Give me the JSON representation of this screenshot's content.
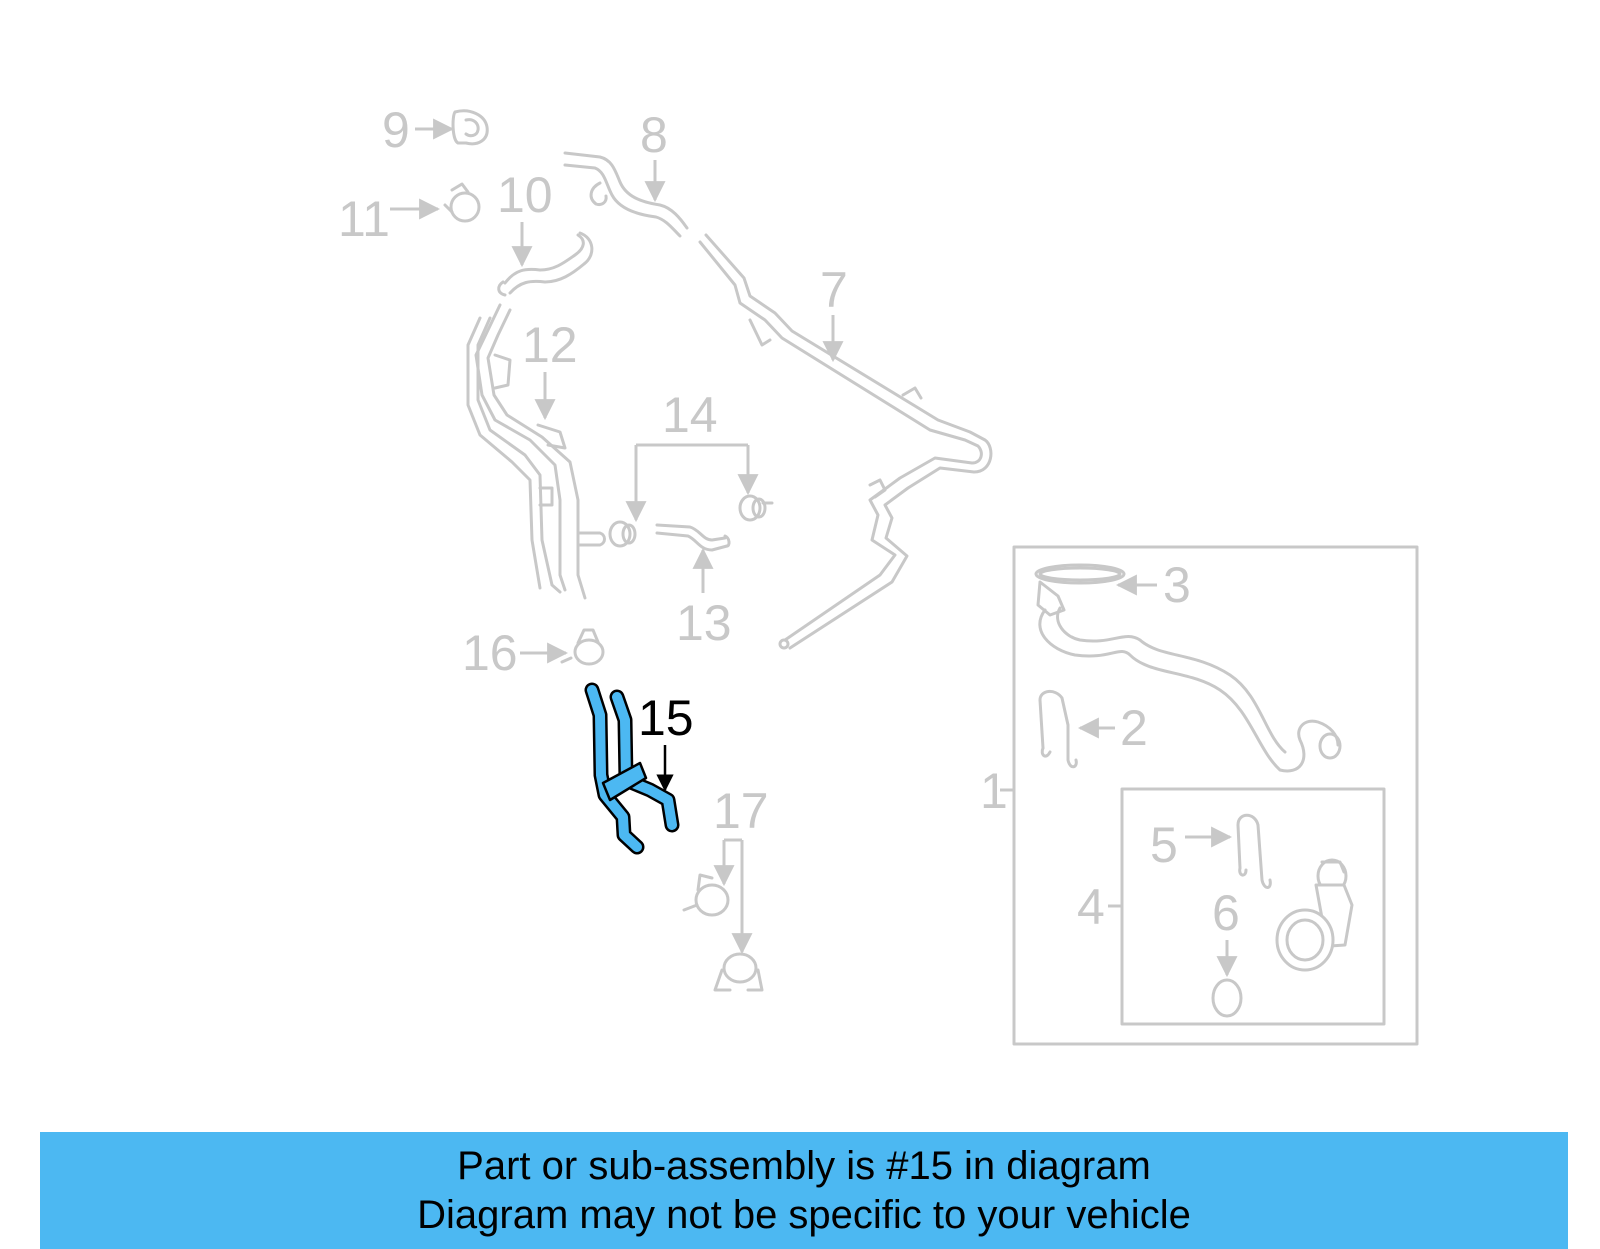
{
  "colors": {
    "highlight": "#4cb8f2",
    "ghost": "#c8c8c8",
    "active_label": "#000000"
  },
  "highlighted_part": "15",
  "labels": {
    "p1": "1",
    "p2": "2",
    "p3": "3",
    "p4": "4",
    "p5": "5",
    "p6": "6",
    "p7": "7",
    "p8": "8",
    "p9": "9",
    "p10": "10",
    "p11": "11",
    "p12": "12",
    "p13": "13",
    "p14": "14",
    "p15": "15",
    "p16": "16",
    "p17": "17"
  },
  "banner": {
    "line1": "Part or sub-assembly is #15 in diagram",
    "line2": "Diagram may not be specific to your vehicle"
  }
}
